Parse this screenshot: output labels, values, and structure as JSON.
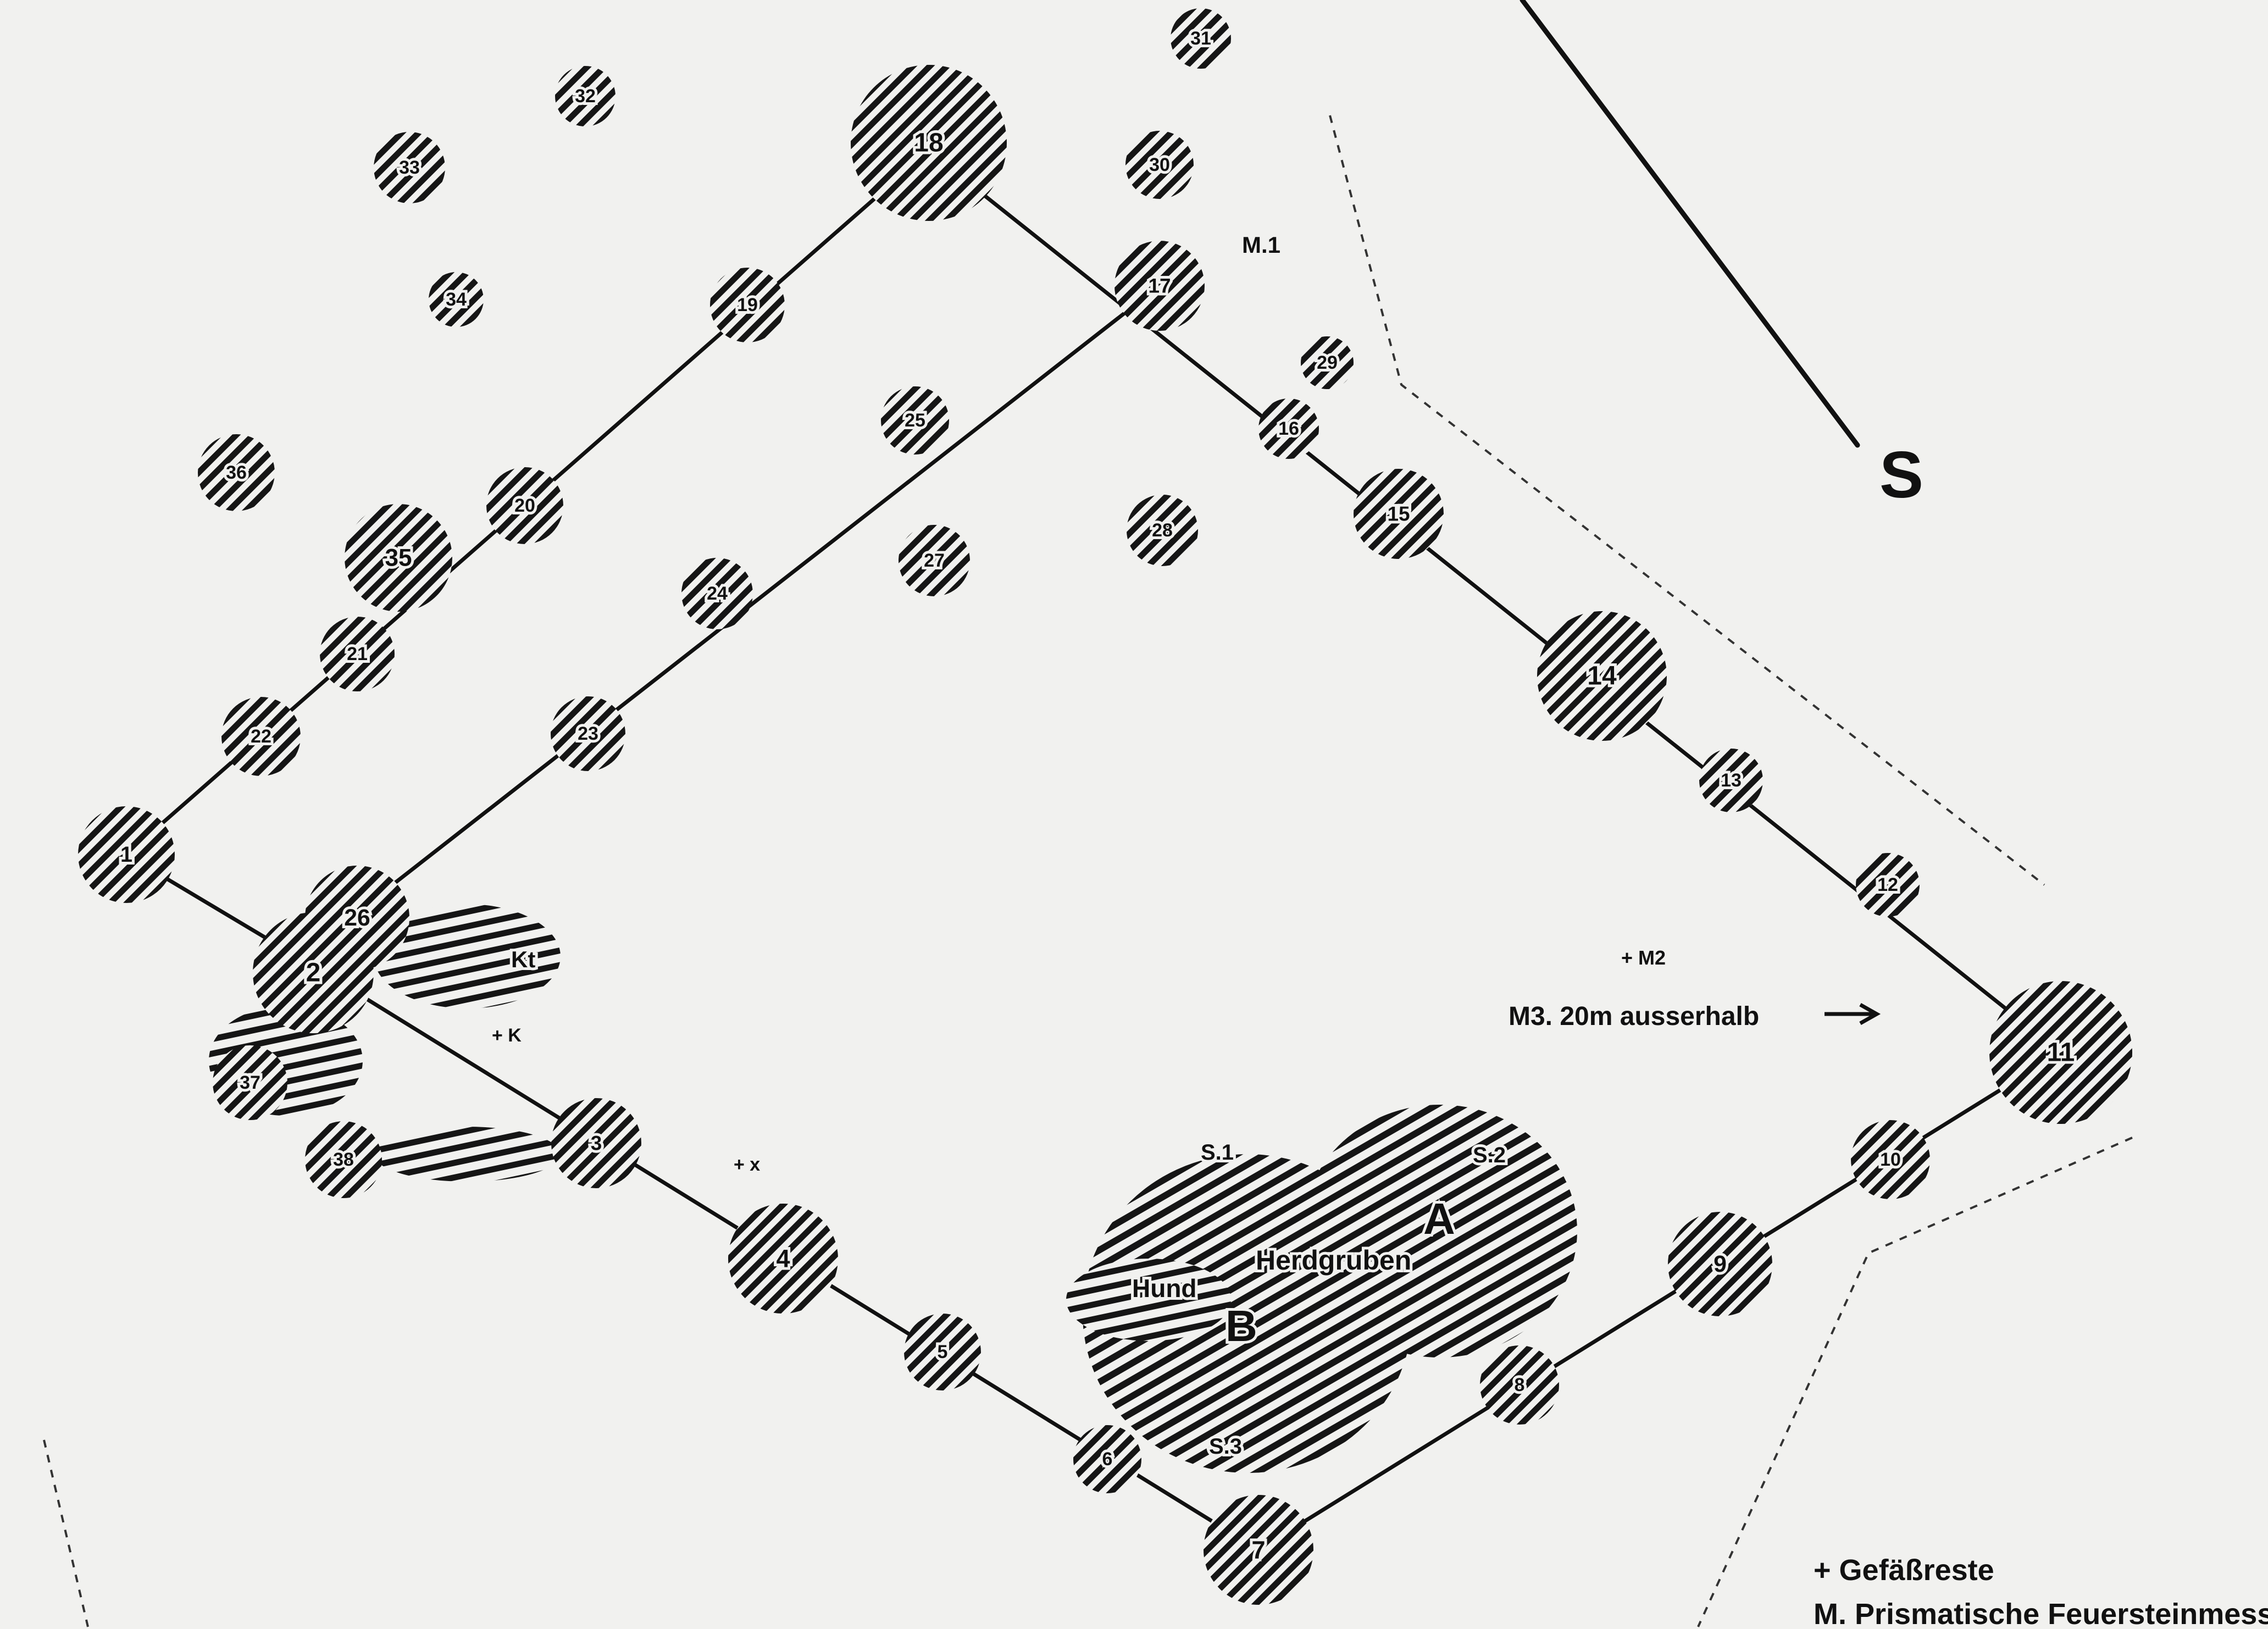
{
  "compass": {
    "label": "S"
  },
  "posts": [
    {
      "label": "1"
    },
    {
      "label": "2"
    },
    {
      "label": "3"
    },
    {
      "label": "4"
    },
    {
      "label": "5"
    },
    {
      "label": "6"
    },
    {
      "label": "7"
    },
    {
      "label": "8"
    },
    {
      "label": "9"
    },
    {
      "label": "10"
    },
    {
      "label": "11"
    },
    {
      "label": "12"
    },
    {
      "label": "13"
    },
    {
      "label": "14"
    },
    {
      "label": "15"
    },
    {
      "label": "16"
    },
    {
      "label": "17"
    },
    {
      "label": "18"
    },
    {
      "label": "19"
    },
    {
      "label": "20"
    },
    {
      "label": "21"
    },
    {
      "label": "22"
    },
    {
      "label": "23"
    },
    {
      "label": "24"
    },
    {
      "label": "25"
    },
    {
      "label": "26"
    },
    {
      "label": "27"
    },
    {
      "label": "28"
    },
    {
      "label": "29"
    },
    {
      "label": "30"
    },
    {
      "label": "31"
    },
    {
      "label": "32"
    },
    {
      "label": "33"
    },
    {
      "label": "34"
    },
    {
      "label": "35"
    },
    {
      "label": "36"
    },
    {
      "label": "37"
    },
    {
      "label": "38"
    }
  ],
  "pit_labels": {
    "kt": "Kt",
    "herdgruben": "Herdgruben",
    "hund": "Hund",
    "a": "A",
    "b": "B",
    "s1": "S.1",
    "s2": "S.2",
    "s3": "S.3"
  },
  "marks": {
    "m1": "M.1",
    "m2": "+ M2",
    "m3_note": "M3. 20m ausserhalb",
    "cross_a": "+ K",
    "cross_b": "+ x"
  },
  "legend": {
    "line1": "+ Gefäßreste",
    "line2": "M. Prismatische Feuersteinmess"
  }
}
